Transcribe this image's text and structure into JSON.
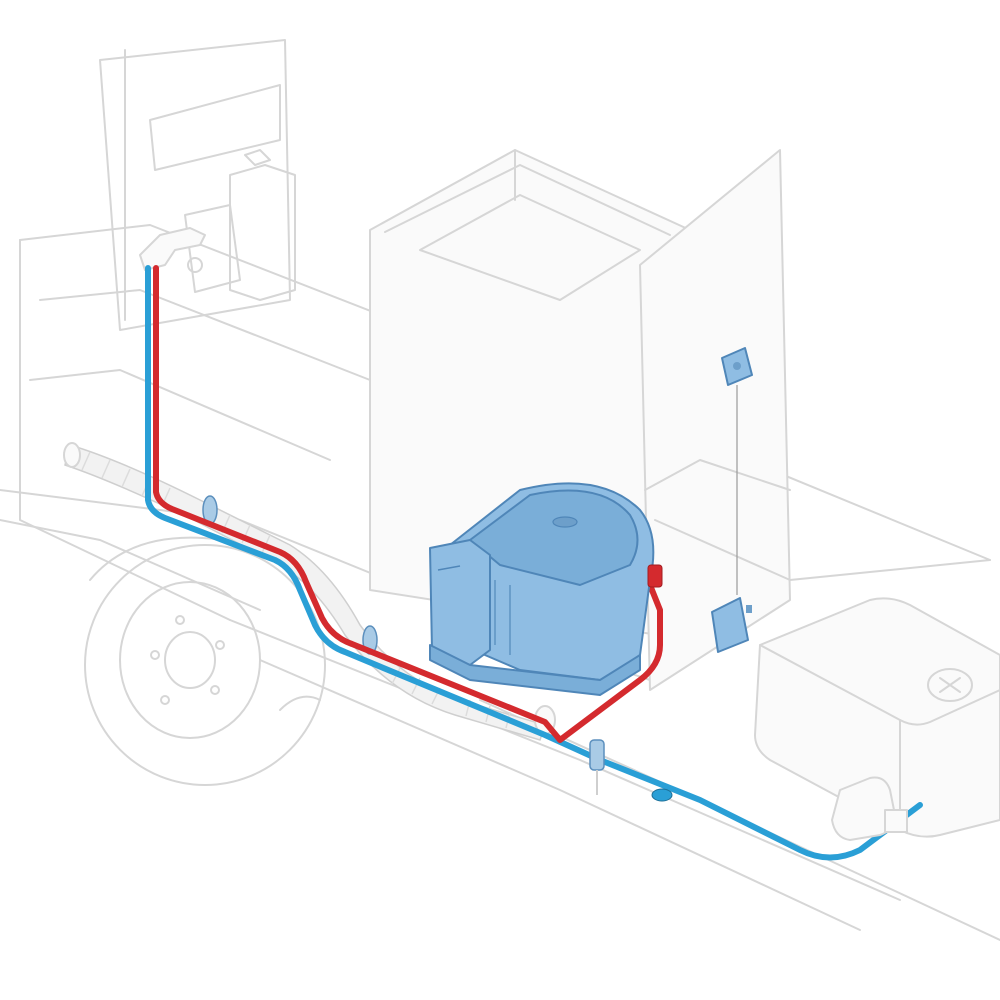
{
  "diagram": {
    "components": [
      {
        "name": "vehicle-outline"
      },
      {
        "name": "heater-unit"
      },
      {
        "name": "fuel-tank"
      },
      {
        "name": "exhaust-hose"
      },
      {
        "name": "combustion-air-intake"
      },
      {
        "name": "fuel-pump"
      },
      {
        "name": "control-panel"
      },
      {
        "name": "fuse-box"
      }
    ],
    "colors": {
      "hot_line": "#d42a2e",
      "cold_line": "#2a9fd6",
      "heater_body": "#8fbde3",
      "outline": "#d6d6d6"
    },
    "text_labels": []
  }
}
